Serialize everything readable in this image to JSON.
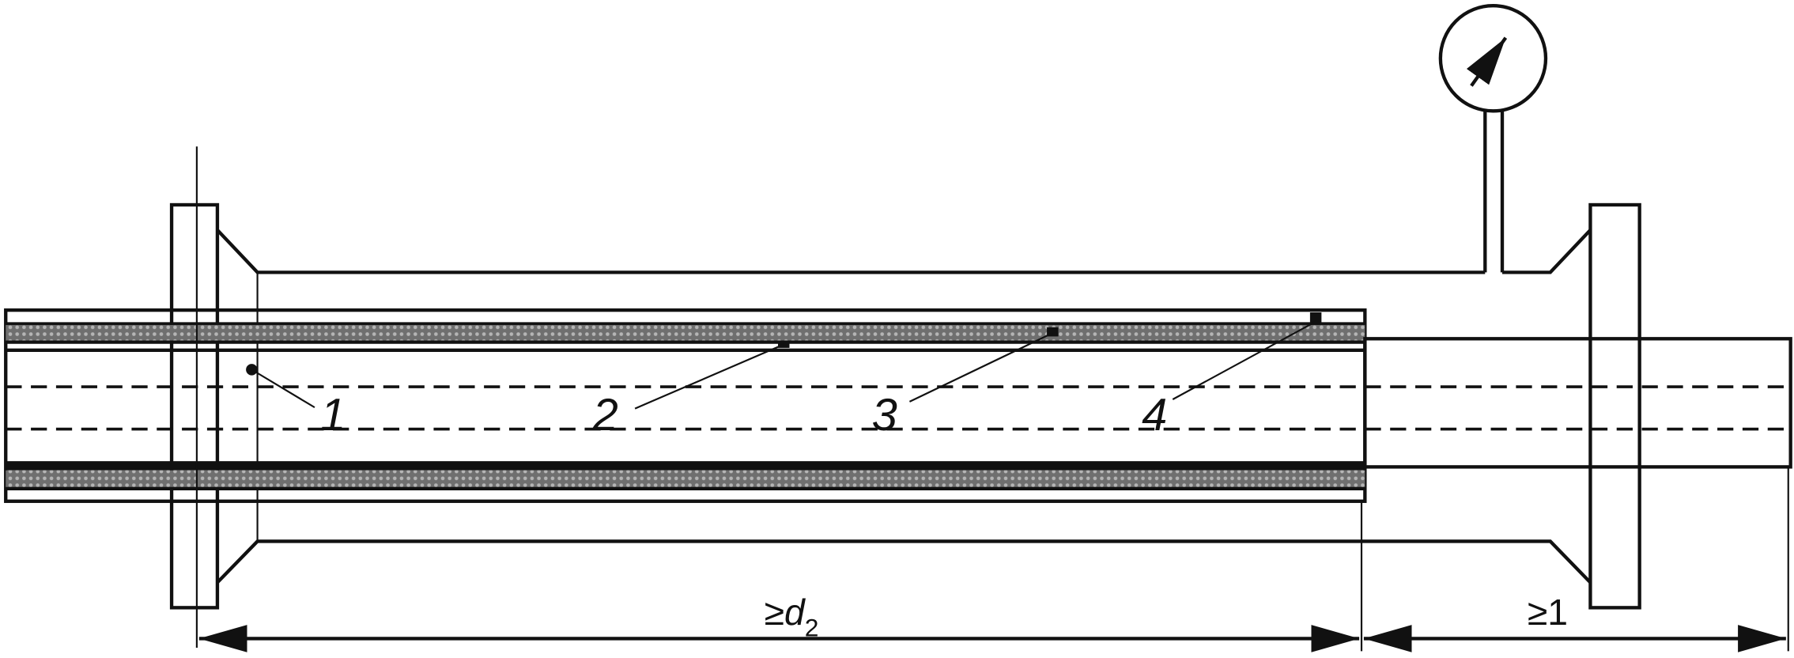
{
  "diagram": {
    "callouts": [
      "1",
      "2",
      "3",
      "4"
    ],
    "dimensions": {
      "left_prefix": "≥",
      "left_symbol": "d",
      "left_subscript": "2",
      "right": "≥1"
    },
    "colors": {
      "line": "#111111",
      "hatch": "#8a8a8a"
    }
  }
}
